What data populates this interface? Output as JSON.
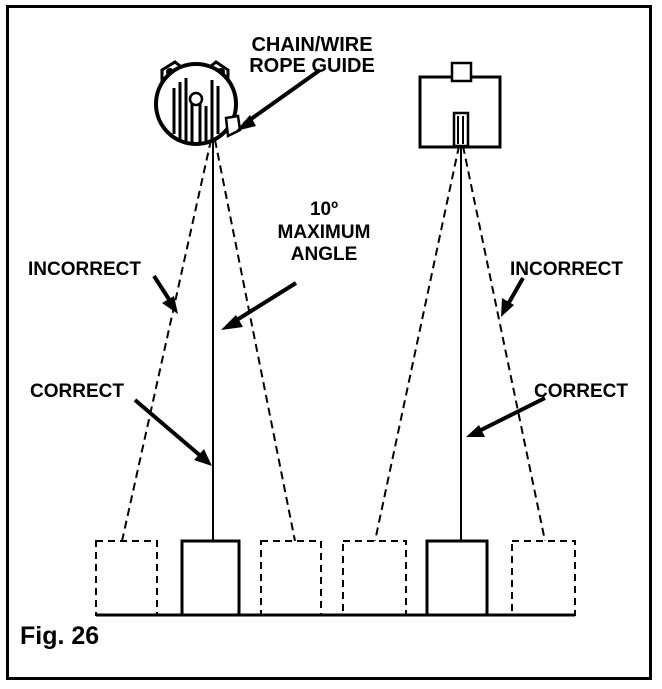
{
  "labels": {
    "guide_line1": "CHAIN/WIRE",
    "guide_line2": "ROPE GUIDE",
    "angle_line1": "10º",
    "angle_line2": "MAXIMUM",
    "angle_line3": "ANGLE",
    "incorrect_left": "INCORRECT",
    "incorrect_right": "INCORRECT",
    "correct_left": "CORRECT",
    "correct_right": "CORRECT"
  },
  "caption": "Fig. 26"
}
